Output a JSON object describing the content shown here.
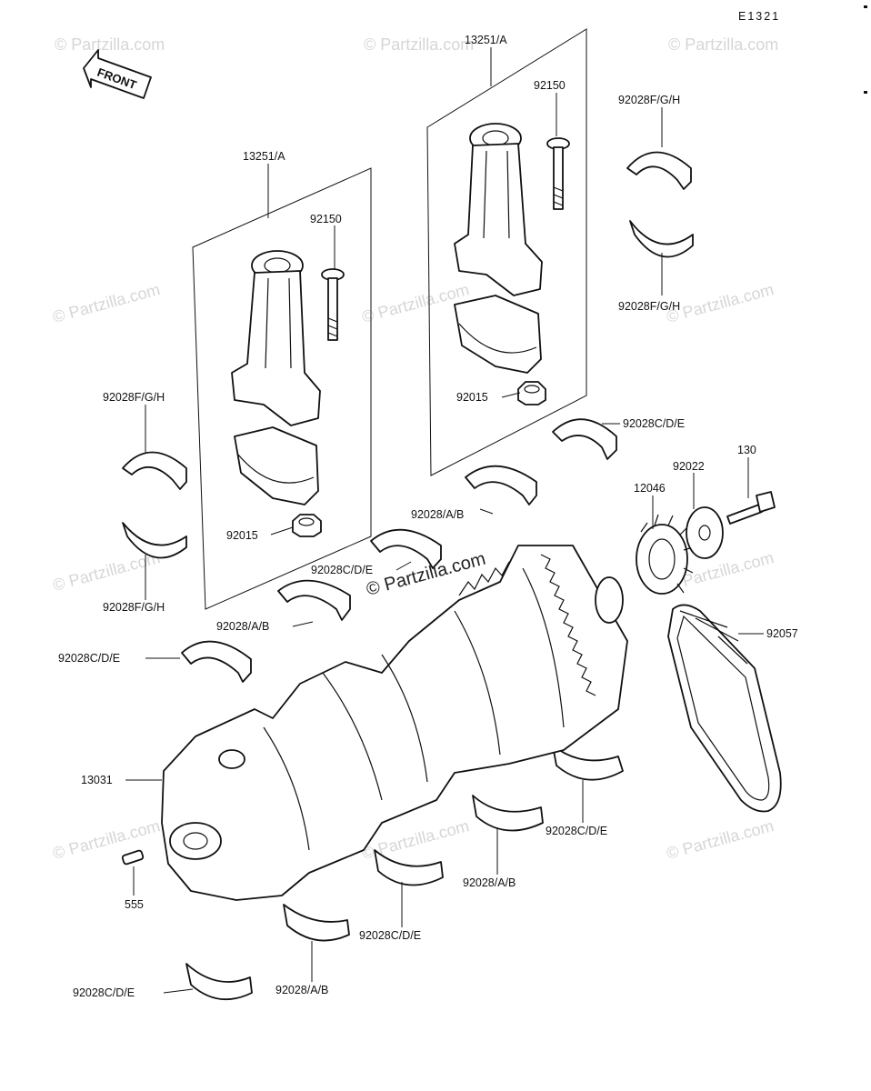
{
  "diagram": {
    "code": "E1321",
    "front_label": "FRONT",
    "watermark": "© Partzilla.com",
    "labels": {
      "rod_left": "13251/A",
      "rod_right": "13251/A",
      "bolt_left": "92150",
      "bolt_right": "92150",
      "nut_left": "92015",
      "nut_right": "92015",
      "bearing_fgh_1": "92028F/G/H",
      "bearing_fgh_2": "92028F/G/H",
      "bearing_fgh_3": "92028F/G/H",
      "bearing_fgh_4": "92028F/G/H",
      "bearing_cde_1": "92028C/D/E",
      "bearing_cde_2": "92028C/D/E",
      "bearing_cde_3": "92028C/D/E",
      "bearing_cde_4": "92028C/D/E",
      "bearing_cde_5": "92028C/D/E",
      "bearing_cde_6": "92028C/D/E",
      "bearing_ab_1": "92028/A/B",
      "bearing_ab_2": "92028/A/B",
      "bearing_ab_3": "92028/A/B",
      "bearing_ab_4": "92028/A/B",
      "sprocket": "12046",
      "washer": "92022",
      "bolt": "130",
      "chain": "92057",
      "crankshaft": "13031",
      "pin": "555"
    }
  }
}
